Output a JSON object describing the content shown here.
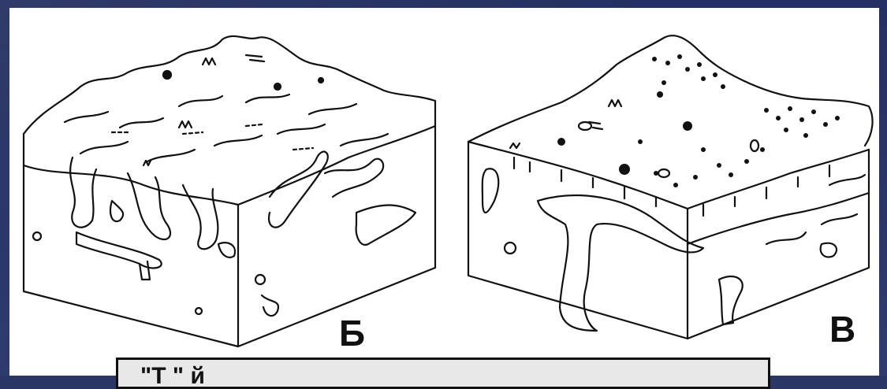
{
  "panels": [
    {
      "id": "block-b",
      "label": "Б"
    },
    {
      "id": "block-v",
      "label": "В"
    }
  ],
  "caption": {
    "text": "\"Т  \"  й"
  },
  "colors": {
    "background": "#2a3766",
    "panel": "#ffffff",
    "ink": "#111111",
    "caption_bg": "#e8e8e8"
  }
}
